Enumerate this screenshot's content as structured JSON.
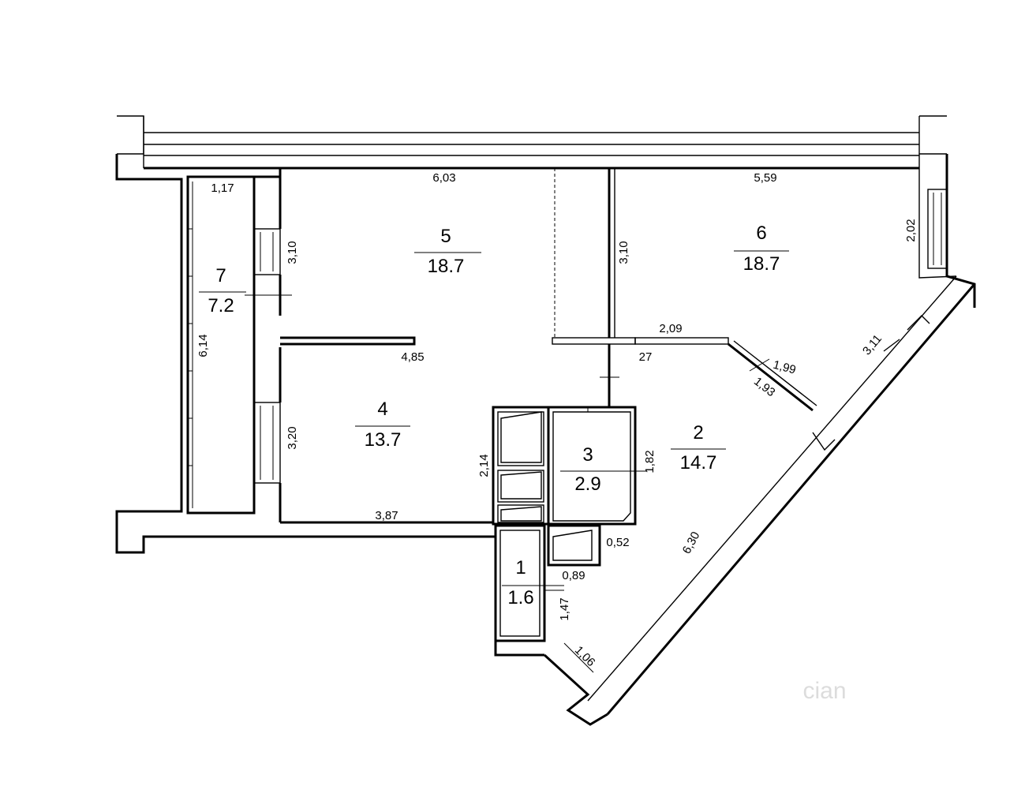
{
  "rooms": [
    {
      "number": "1",
      "area": "1.6"
    },
    {
      "number": "2",
      "area": "14.7"
    },
    {
      "number": "3",
      "area": "2.9"
    },
    {
      "number": "4",
      "area": "13.7"
    },
    {
      "number": "5",
      "area": "18.7"
    },
    {
      "number": "6",
      "area": "18.7"
    },
    {
      "number": "7",
      "area": "7.2"
    }
  ],
  "dimensions": {
    "d_603": "6,03",
    "d_559": "5,59",
    "d_117": "1,17",
    "d_310a": "3,10",
    "d_310b": "3,10",
    "d_202": "2,02",
    "d_614": "6,14",
    "d_485": "4,85",
    "d_209": "2,09",
    "d_27": "27",
    "d_311": "3,11",
    "d_199": "1,99",
    "d_193": "1,93",
    "d_320": "3,20",
    "d_214": "2,14",
    "d_182": "1,82",
    "d_387": "3,87",
    "d_052": "0,52",
    "d_089": "0,89",
    "d_147": "1,47",
    "d_106": "1,06",
    "d_630": "6,30"
  },
  "watermark": "cian"
}
